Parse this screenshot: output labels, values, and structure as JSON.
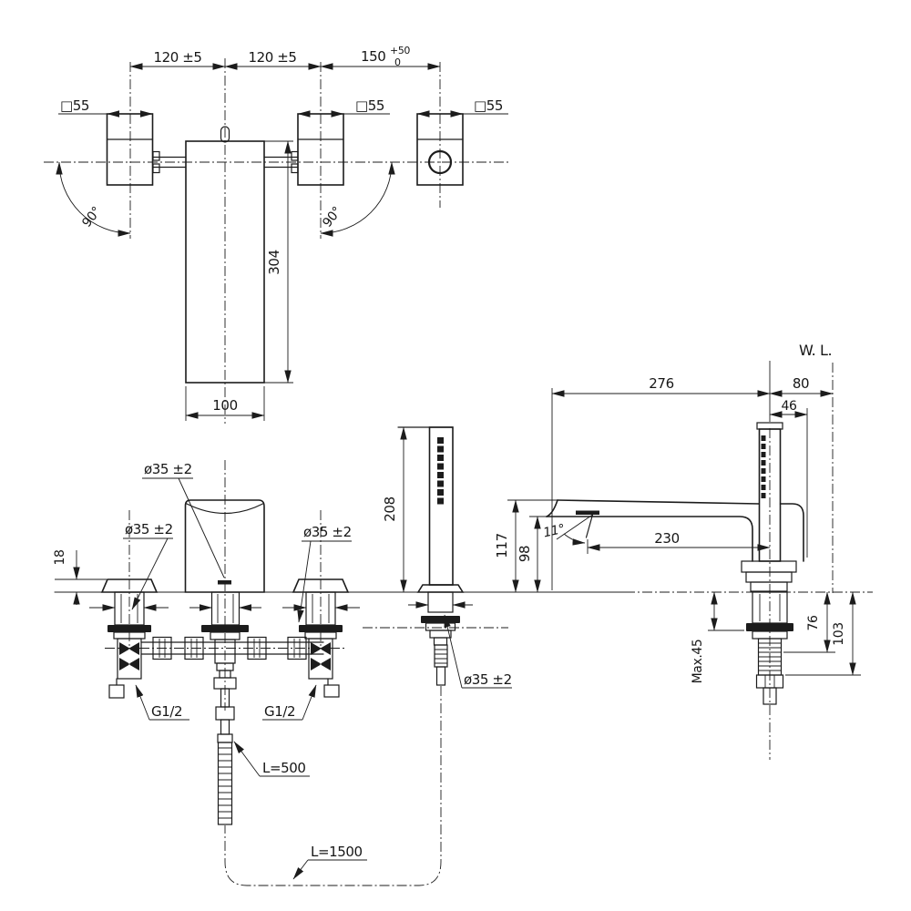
{
  "drawing": {
    "background": "#ffffff",
    "line_color": "#1c1c1c",
    "views": {
      "top_view": {
        "dim_handle_spacing_left": "120 ±5",
        "dim_handle_spacing_right": "120 ±5",
        "dim_shower_offset_base": "150",
        "dim_shower_offset_tol_up": "+50",
        "dim_shower_offset_tol_down": "0",
        "label_square_left": "□55",
        "label_square_right": "□55",
        "label_square_shower": "□55",
        "label_rotation_left": "90°",
        "label_rotation_right": "90°",
        "dim_spout_length": "304",
        "dim_spout_width": "100"
      },
      "front_view": {
        "dim_flange_height": "18",
        "label_hole_left": "ø35 ±2",
        "label_hole_center": "ø35 ±2",
        "label_hole_right": "ø35 ±2",
        "label_hole_shower": "ø35 ±2",
        "dim_shower_height": "208",
        "label_thread_left": "G1/2",
        "label_thread_right": "G1/2",
        "label_supply_hose": "L=500",
        "label_shower_hose": "L=1500"
      },
      "side_view": {
        "label_water_level": "W. L.",
        "dim_body_reach": "276",
        "dim_wall_offset": "80",
        "dim_holder_depth": "46",
        "dim_height_body": "117",
        "dim_height_outlet": "98",
        "dim_outlet_angle": "11°",
        "dim_outlet_reach": "230",
        "dim_max_deck": "Max.45",
        "dim_below_deck_1": "76",
        "dim_below_deck_2": "103"
      }
    }
  }
}
